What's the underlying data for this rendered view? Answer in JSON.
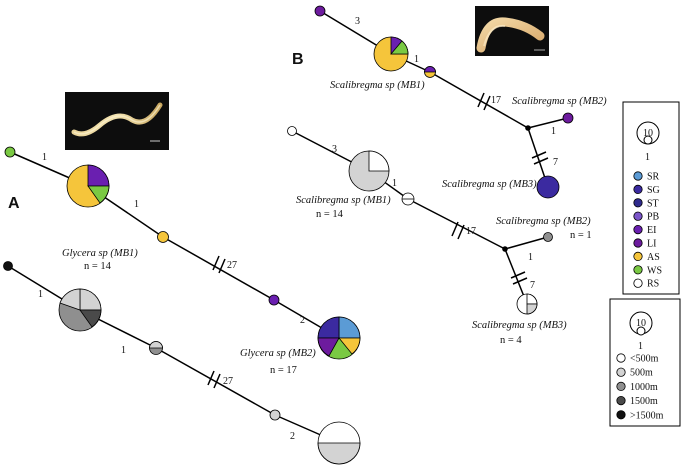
{
  "panels": {
    "a": {
      "letter": "A",
      "haplotype_top": {
        "label": "Glycera sp (MB1)",
        "n": "n = 14"
      },
      "haplotype_bottom": {
        "label": "Glycera sp (MB2)",
        "n": "n = 17"
      },
      "mutation_numbers": {
        "top_1a": "1",
        "top_1b": "1",
        "top_27": "27",
        "top_2": "2",
        "bot_1a": "1",
        "bot_1b": "1",
        "bot_27": "27",
        "bot_2": "2"
      }
    },
    "b": {
      "letter": "B",
      "haplotype_top_mb1": {
        "label": "Scalibregma sp (MB1)"
      },
      "haplotype_top_mb2": {
        "label": "Scalibregma sp (MB2)"
      },
      "haplotype_top_mb3": {
        "label": "Scalibregma sp (MB3)"
      },
      "haplotype_bot_mb1": {
        "label": "Scalibregma sp (MB1)",
        "n": "n = 14"
      },
      "haplotype_bot_mb2": {
        "label": "Scalibregma sp (MB2)",
        "n": "n = 1"
      },
      "haplotype_bot_mb3": {
        "label": "Scalibregma sp (MB3)",
        "n": "n = 4"
      },
      "mutation_numbers": {
        "top_3": "3",
        "top_1": "1",
        "top_17": "17",
        "top_1r": "1",
        "top_7": "7",
        "bot_3": "3",
        "bot_1": "1",
        "bot_17": "17",
        "bot_1r": "1",
        "bot_7": "7"
      }
    }
  },
  "legend_regions": {
    "scale_top": "10",
    "scale_bottom": "1",
    "items": [
      {
        "label": "SR",
        "color": "#5b9bd5"
      },
      {
        "label": "SG",
        "color": "#3b2aa0"
      },
      {
        "label": "ST",
        "color": "#2f2a8c"
      },
      {
        "label": "PB",
        "color": "#7b55c9"
      },
      {
        "label": "EI",
        "color": "#6a1fb0"
      },
      {
        "label": "LI",
        "color": "#6d1b9e"
      },
      {
        "label": "AS",
        "color": "#f5c53b"
      },
      {
        "label": "WS",
        "color": "#7ac943"
      },
      {
        "label": "RS",
        "color": "#ffffff"
      }
    ]
  },
  "legend_depth": {
    "scale_top": "10",
    "scale_bottom": "1",
    "items": [
      {
        "label": "<500m",
        "color": "#ffffff"
      },
      {
        "label": "500m",
        "color": "#d3d3d3"
      },
      {
        "label": "1000m",
        "color": "#8f8f8f"
      },
      {
        "label": "1500m",
        "color": "#4a4a4a"
      },
      {
        "label": ">1500m",
        "color": "#111111"
      }
    ]
  }
}
